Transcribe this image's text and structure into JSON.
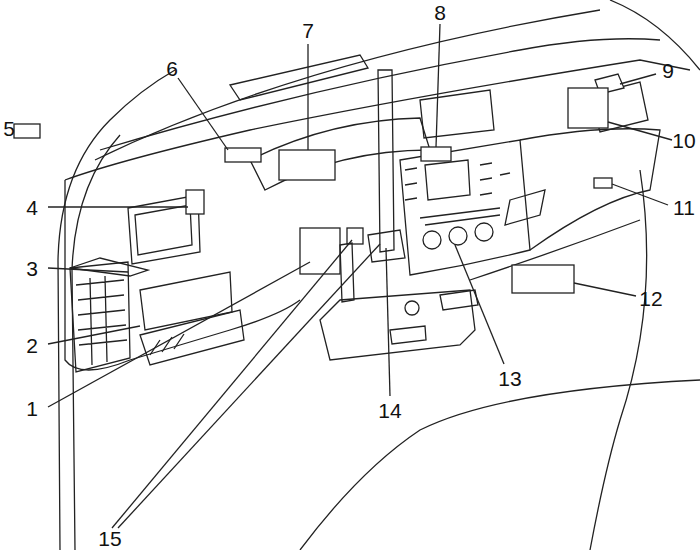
{
  "diagram": {
    "labels": [
      "5",
      "6",
      "7",
      "8",
      "9",
      "10",
      "4",
      "11",
      "3",
      "12",
      "2",
      "13",
      "1",
      "14",
      "15"
    ]
  }
}
